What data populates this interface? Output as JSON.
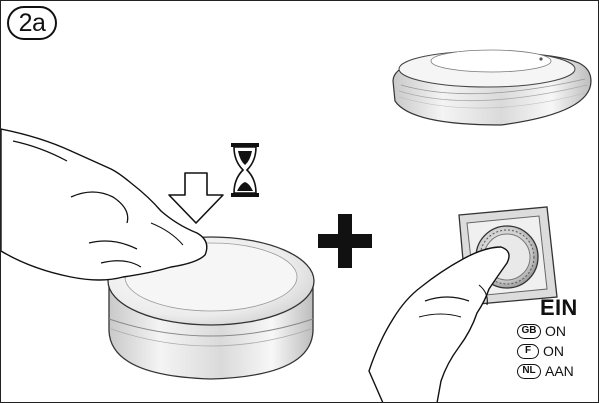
{
  "step": {
    "label": "2a"
  },
  "switch_label": {
    "title": "EIN",
    "translations": [
      {
        "code": "GB",
        "text": "ON"
      },
      {
        "code": "F",
        "text": "ON"
      },
      {
        "code": "NL",
        "text": "AAN"
      }
    ]
  },
  "icons": {
    "ceiling_device": "ceiling-smoke-detector-icon",
    "press_arrow": "down-arrow-icon",
    "wait": "hourglass-icon",
    "combine": "plus-icon",
    "wall_switch": "wall-switch-icon"
  },
  "colors": {
    "ink": "#111111",
    "paper": "#ffffff"
  }
}
